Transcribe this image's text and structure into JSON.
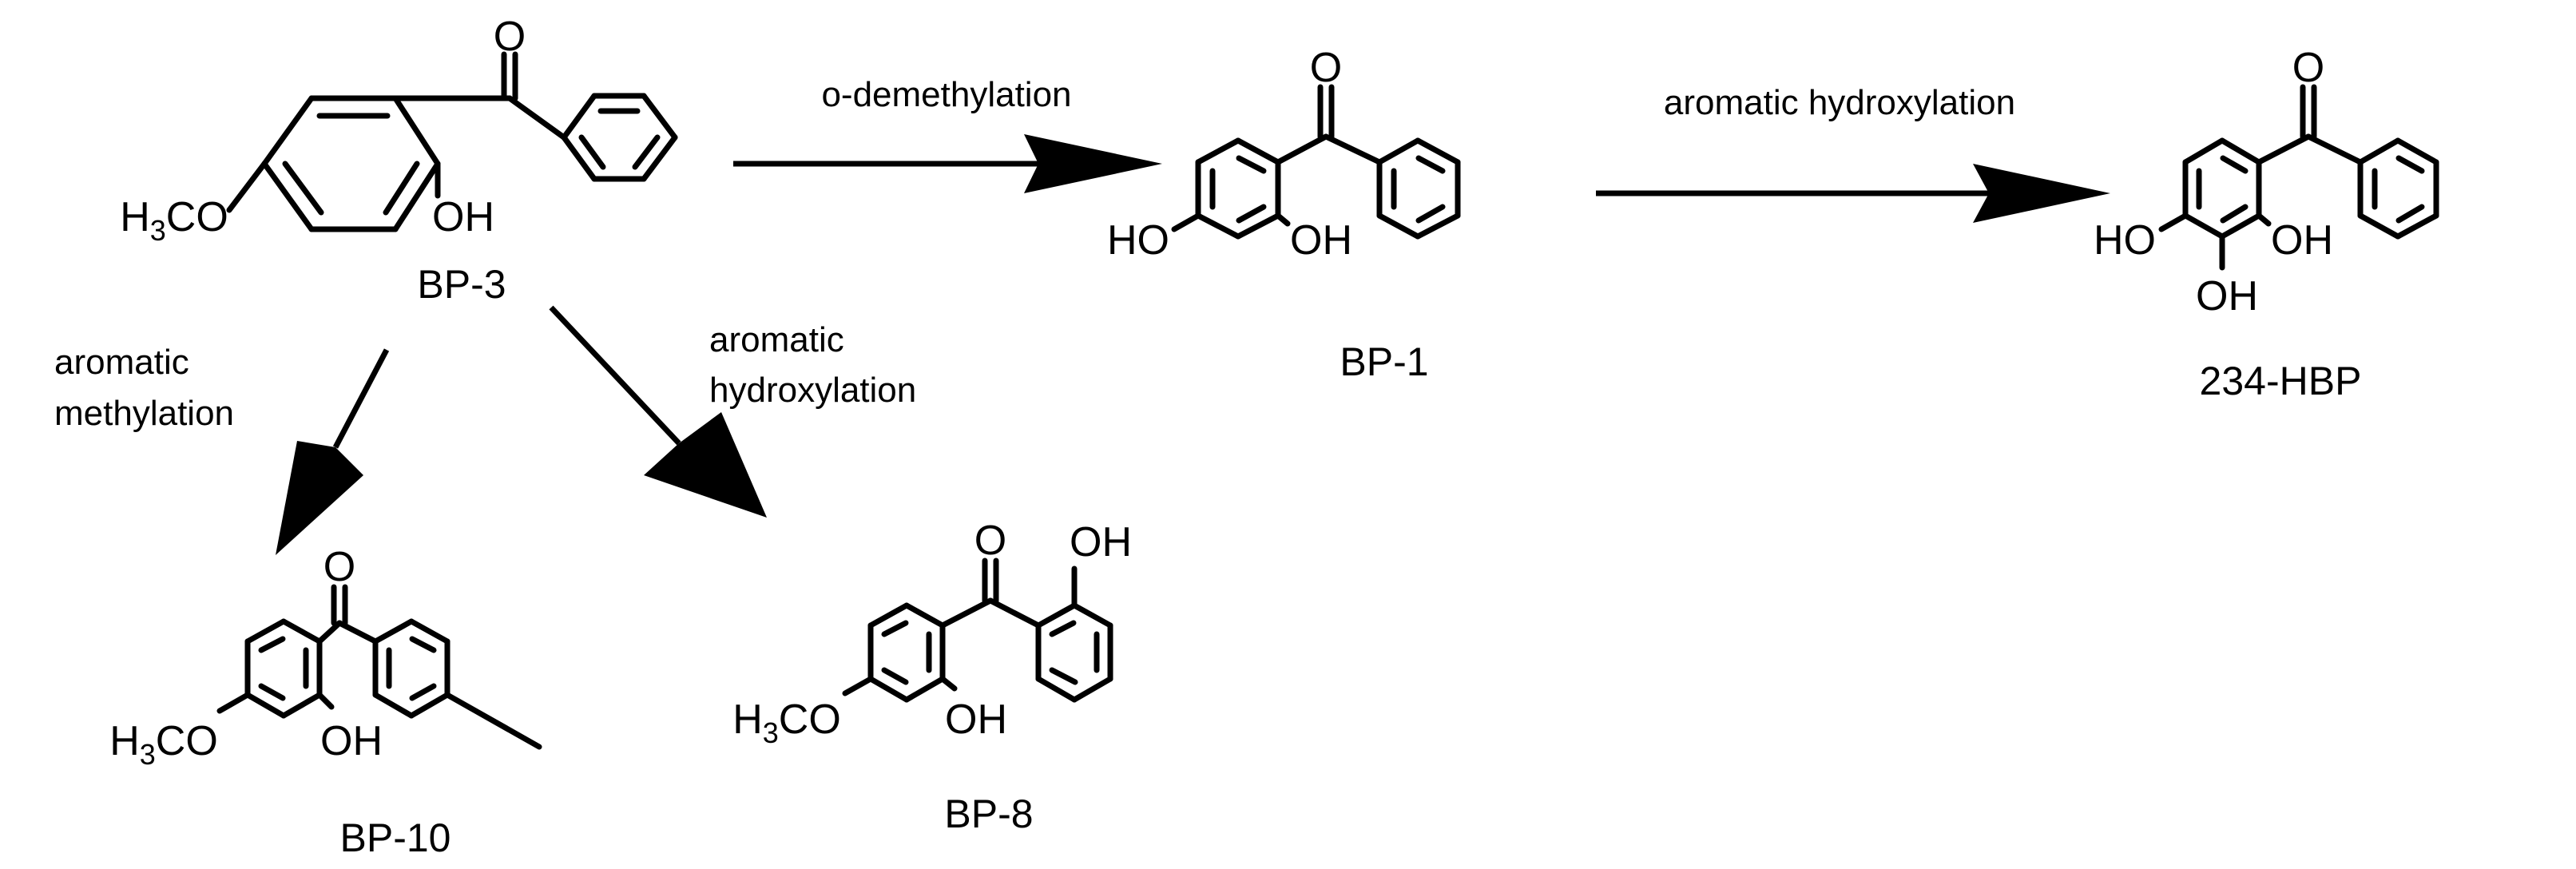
{
  "compounds": {
    "bp3": {
      "name": "BP-3",
      "substituent_left": "H3CO",
      "hydroxyl": "OH",
      "carbonyl": "O"
    },
    "bp1": {
      "name": "BP-1",
      "substituent_left": "HO",
      "hydroxyl": "OH",
      "carbonyl": "O"
    },
    "hbp234": {
      "name": "234-HBP",
      "substituent_left": "HO",
      "hydroxyl": "OH",
      "hydroxyl_3": "OH",
      "carbonyl": "O"
    },
    "bp10": {
      "name": "BP-10",
      "substituent_left": "H3CO",
      "hydroxyl": "OH",
      "carbonyl": "O"
    },
    "bp8": {
      "name": "BP-8",
      "substituent_left": "H3CO",
      "hydroxyl": "OH",
      "hydroxyl_2prime": "OH",
      "carbonyl": "O"
    }
  },
  "reactions": [
    {
      "from": "BP-3",
      "to": "BP-1",
      "label_lines": [
        "o-demethylation"
      ]
    },
    {
      "from": "BP-1",
      "to": "234-HBP",
      "label_lines": [
        "aromatic hydroxylation"
      ]
    },
    {
      "from": "BP-3",
      "to": "BP-10",
      "label_lines": [
        "aromatic",
        "methylation"
      ]
    },
    {
      "from": "BP-3",
      "to": "BP-8",
      "label_lines": [
        "aromatic",
        "hydroxylation"
      ]
    }
  ]
}
